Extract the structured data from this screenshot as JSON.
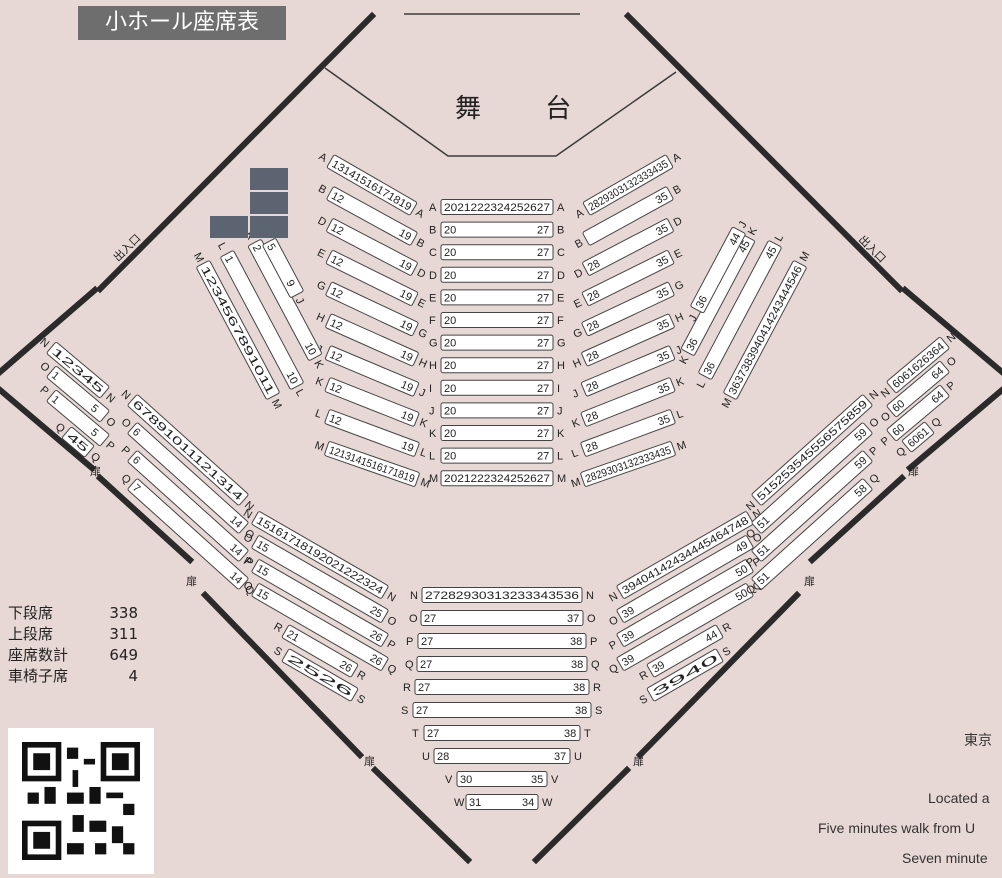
{
  "title": "小ホール座席表",
  "stage": "舞 台",
  "entrance_labels": [
    "出入口",
    "出入口"
  ],
  "door_label": "扉",
  "stats": [
    {
      "label": "下段席",
      "value": "338"
    },
    {
      "label": "上段席",
      "value": "311"
    },
    {
      "label": "座席数計",
      "value": "649"
    },
    {
      "label": "車椅子席",
      "value": "4"
    }
  ],
  "info": {
    "line1": "東京",
    "line2": "Located a",
    "line3": "Five minutes walk from U",
    "line4": "Seven minute"
  },
  "wheelchair_icon": "wheelchair-icon",
  "center_rows": [
    {
      "row": "A",
      "seats": "20 21 22 23 24 25 26 27"
    },
    {
      "row": "B",
      "first": "20",
      "last": "27"
    },
    {
      "row": "C",
      "first": "20",
      "last": "27"
    },
    {
      "row": "D",
      "first": "20",
      "last": "27"
    },
    {
      "row": "E",
      "first": "20",
      "last": "27"
    },
    {
      "row": "F",
      "first": "20",
      "last": "27"
    },
    {
      "row": "G",
      "first": "20",
      "last": "27"
    },
    {
      "row": "H",
      "first": "20",
      "last": "27"
    },
    {
      "row": "I",
      "first": "20",
      "last": "27"
    },
    {
      "row": "J",
      "first": "20",
      "last": "27"
    },
    {
      "row": "K",
      "first": "20",
      "last": "27"
    },
    {
      "row": "L",
      "first": "20",
      "last": "27"
    },
    {
      "row": "M",
      "seats": "20 21 22 23 24 25 26 27"
    }
  ],
  "upper_rows": [
    {
      "row": "N",
      "seats": "27 28 29 30 31 32 33 34 35 36"
    },
    {
      "row": "O",
      "first": "27",
      "last": "37"
    },
    {
      "row": "P",
      "first": "27",
      "last": "38"
    },
    {
      "row": "Q",
      "first": "27",
      "last": "38"
    },
    {
      "row": "R",
      "first": "27",
      "last": "38"
    },
    {
      "row": "S",
      "first": "27",
      "last": "38"
    },
    {
      "row": "T",
      "first": "27",
      "last": "38"
    },
    {
      "row": "U",
      "first": "28",
      "last": "37"
    },
    {
      "row": "V",
      "first": "30",
      "last": "35"
    },
    {
      "row": "W",
      "first": "31",
      "last": "34"
    }
  ],
  "left_rows": [
    {
      "row": "A",
      "seats": "13 14 15 16 17 18 19"
    },
    {
      "row": "B",
      "first": "12",
      "last": "19"
    },
    {
      "row": "D",
      "first": "12",
      "last": "19"
    },
    {
      "row": "E",
      "first": "12",
      "last": "19"
    },
    {
      "row": "G",
      "first": "12",
      "last": "19"
    },
    {
      "row": "H",
      "first": "12",
      "last": "19"
    },
    {
      "row": "J",
      "first": "12",
      "last": "19"
    },
    {
      "row": "K",
      "first": "12",
      "last": "19"
    },
    {
      "row": "L",
      "first": "12",
      "last": "19"
    },
    {
      "row": "M",
      "seats": "12 13 14 15 16 17 18 19"
    }
  ],
  "right_rows": [
    {
      "row": "A",
      "seats": "28 29 30 31 32 33 34 35"
    },
    {
      "row": "B",
      "first": "",
      "last": "35"
    },
    {
      "row": "D",
      "first": "28",
      "last": "35"
    },
    {
      "row": "E",
      "first": "28",
      "last": "35"
    },
    {
      "row": "G",
      "first": "28",
      "last": "35"
    },
    {
      "row": "H",
      "first": "28",
      "last": "35"
    },
    {
      "row": "J",
      "first": "28",
      "last": "35"
    },
    {
      "row": "K",
      "first": "28",
      "last": "35"
    },
    {
      "row": "L",
      "first": "28",
      "last": "35"
    },
    {
      "row": "M",
      "seats": "28 29 30 31 32 33 34 35"
    }
  ],
  "left_side_cols": [
    {
      "row": "L",
      "first": "1",
      "last": "10"
    },
    {
      "row": "J",
      "first": "5",
      "last": "9"
    },
    {
      "row": "K",
      "first": "2",
      "last": "10"
    },
    {
      "row": "M",
      "seats": "1 2 3 4 5 6 7 8 9 10 11"
    }
  ],
  "right_side_cols": [
    {
      "row": "J",
      "first": "36",
      "last": "44"
    },
    {
      "row": "K",
      "first": "36",
      "last": "45"
    },
    {
      "row": "L",
      "first": "36",
      "last": "45"
    },
    {
      "row": "M",
      "seats": "36 37 38 39 40 41 42 43 44 45 46"
    }
  ],
  "lower_left_rows": [
    {
      "row": "N",
      "seats": "6 7 8 9 10 11 12 13 14"
    },
    {
      "row": "O",
      "first": "6",
      "last": "14"
    },
    {
      "row": "P",
      "first": "6",
      "last": "14"
    },
    {
      "row": "Q",
      "first": "7",
      "last": "14"
    }
  ],
  "lower_left_mid": [
    {
      "row": "N",
      "seats": "15 16 17 18 19 20 21 22 23 24"
    },
    {
      "row": "O",
      "first": "15",
      "last": "25"
    },
    {
      "row": "P",
      "first": "15",
      "last": "26"
    },
    {
      "row": "Q",
      "first": "15",
      "last": "26"
    },
    {
      "row": "R",
      "first": "21",
      "last": "26"
    },
    {
      "row": "S",
      "seats": "25 26"
    }
  ],
  "lower_right_mid": [
    {
      "row": "N",
      "seats": "39 40 41 42 43 44 45 46 47 48"
    },
    {
      "row": "O",
      "first": "39",
      "last": "49"
    },
    {
      "row": "P",
      "first": "39",
      "last": "50"
    },
    {
      "row": "Q",
      "first": "39",
      "last": "50"
    },
    {
      "row": "R",
      "first": "39",
      "last": "44"
    },
    {
      "row": "S",
      "seats": "39 40"
    }
  ],
  "lower_right_rows": [
    {
      "row": "N",
      "seats": "51 52 53 54 55 56 57 58 59"
    },
    {
      "row": "O",
      "first": "51",
      "last": "59"
    },
    {
      "row": "P",
      "first": "51",
      "last": "59"
    },
    {
      "row": "Q",
      "first": "51",
      "last": "58"
    }
  ],
  "far_left_rows": [
    {
      "row": "N",
      "seats": "1 2 3 4 5"
    },
    {
      "row": "O",
      "first": "1",
      "last": "5"
    },
    {
      "row": "P",
      "first": "1",
      "last": "5"
    },
    {
      "row": "Q",
      "seats": "4 5"
    }
  ],
  "far_right_rows": [
    {
      "row": "N",
      "seats": "60 61 62 63 64"
    },
    {
      "row": "O",
      "first": "60",
      "last": "64"
    },
    {
      "row": "P",
      "first": "60",
      "last": "64"
    },
    {
      "row": "Q",
      "seats": "60 61"
    }
  ],
  "colors": {
    "background": "#e7d8d5",
    "wall": "#2a2a2a",
    "seat": "#ffffff",
    "title_bg": "#6e6e6e",
    "wheelchair_bg": "#5b6470"
  }
}
